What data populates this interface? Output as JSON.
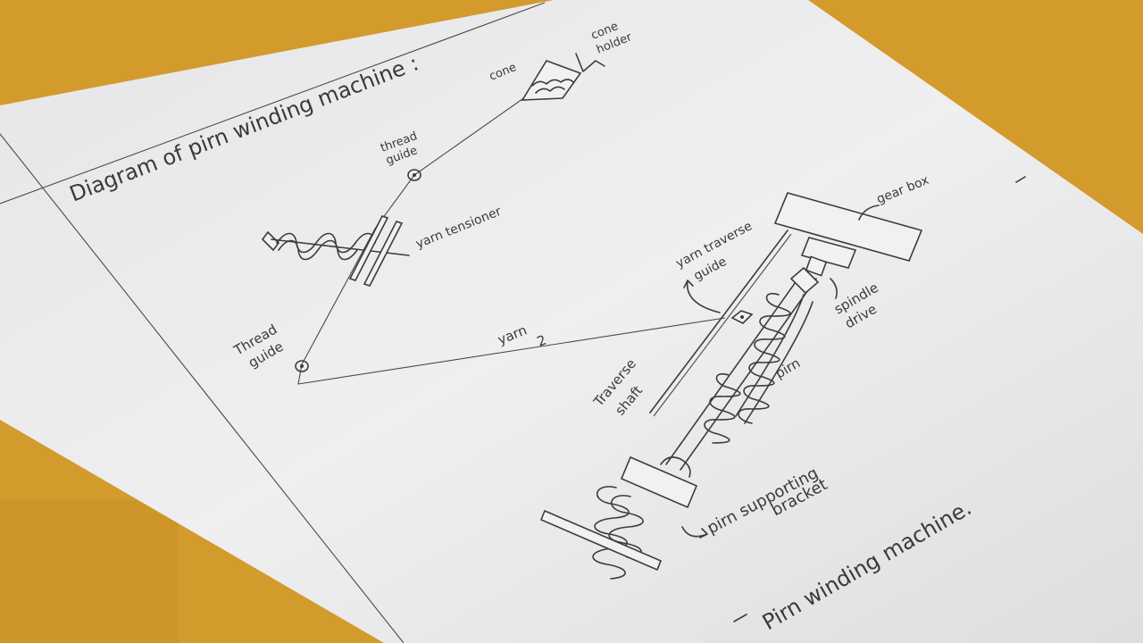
{
  "page": {
    "title": "Diagram of pirn winding machine :",
    "caption": "Pirn winding machine."
  },
  "labels": {
    "cone": "cone",
    "cone_holder_1": "cone",
    "cone_holder_2": "holder",
    "thread_guide_top_1": "thread",
    "thread_guide_top_2": "guide",
    "yarn_tensioner": "yarn tensioner",
    "thread_guide_left_1": "Thread",
    "thread_guide_left_2": "guide",
    "yarn_1": "yarn",
    "yarn_2": "2",
    "gear_box": "gear box",
    "yarn_traverse_guide_1": "yarn traverse",
    "yarn_traverse_guide_2": "guide",
    "spindle_drive_1": "spindle",
    "spindle_drive_2": "drive",
    "traverse_shaft_1": "Traverse",
    "traverse_shaft_2": "shaft",
    "pirn": "pirn",
    "pirn_bracket_1": "pirn supporting",
    "pirn_bracket_2": "bracket"
  },
  "colors": {
    "table": "#d9a230",
    "paper": "#eeeeee",
    "ink": "#3c3c3c"
  }
}
